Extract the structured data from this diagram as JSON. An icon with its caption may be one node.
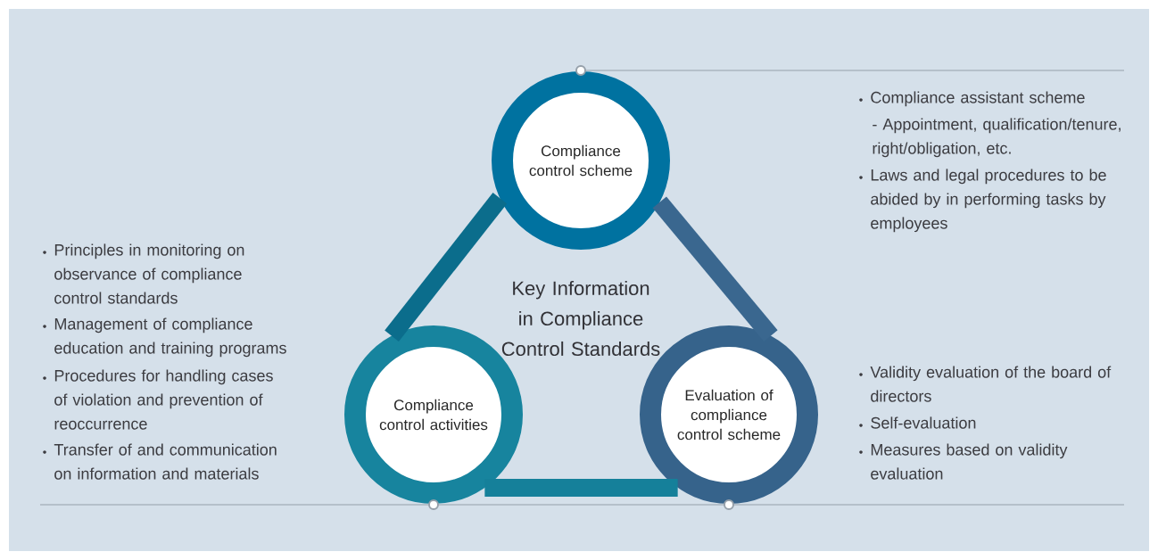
{
  "diagram": {
    "title": "Key Information in Compliance Control Standards",
    "nodes": [
      {
        "text": [
          "Compliance control scheme"
        ]
      },
      {
        "text": [
          "Compliance control activities"
        ]
      },
      {
        "text": [
          "Evaluation of compliance control scheme"
        ]
      }
    ],
    "edges": [
      {
        "from": 1,
        "to": 0,
        "arrow": "none",
        "color": "#0b6d8c"
      },
      {
        "from": 0,
        "to": 2,
        "arrow": "none",
        "color": "#3a678f"
      },
      {
        "from": 2,
        "to": 1,
        "arrow": "none",
        "color": "#15809a"
      }
    ],
    "labels": [
      "Compliance assistant scheme",
      "- Appointment, qualification/tenure, right/obligation, etc.",
      "Laws and legal procedures to be abided by in performing tasks by employees",
      "Principles in monitoring on observance of compliance control standards",
      "Management of compliance education and training programs",
      "Procedures for handling cases of violation and prevention of reoccurrence",
      "Transfer of and communication on information and materials",
      "Validity evaluation of the board of directors",
      "Self-evaluation",
      "Measures based on validity evaluation"
    ]
  }
}
